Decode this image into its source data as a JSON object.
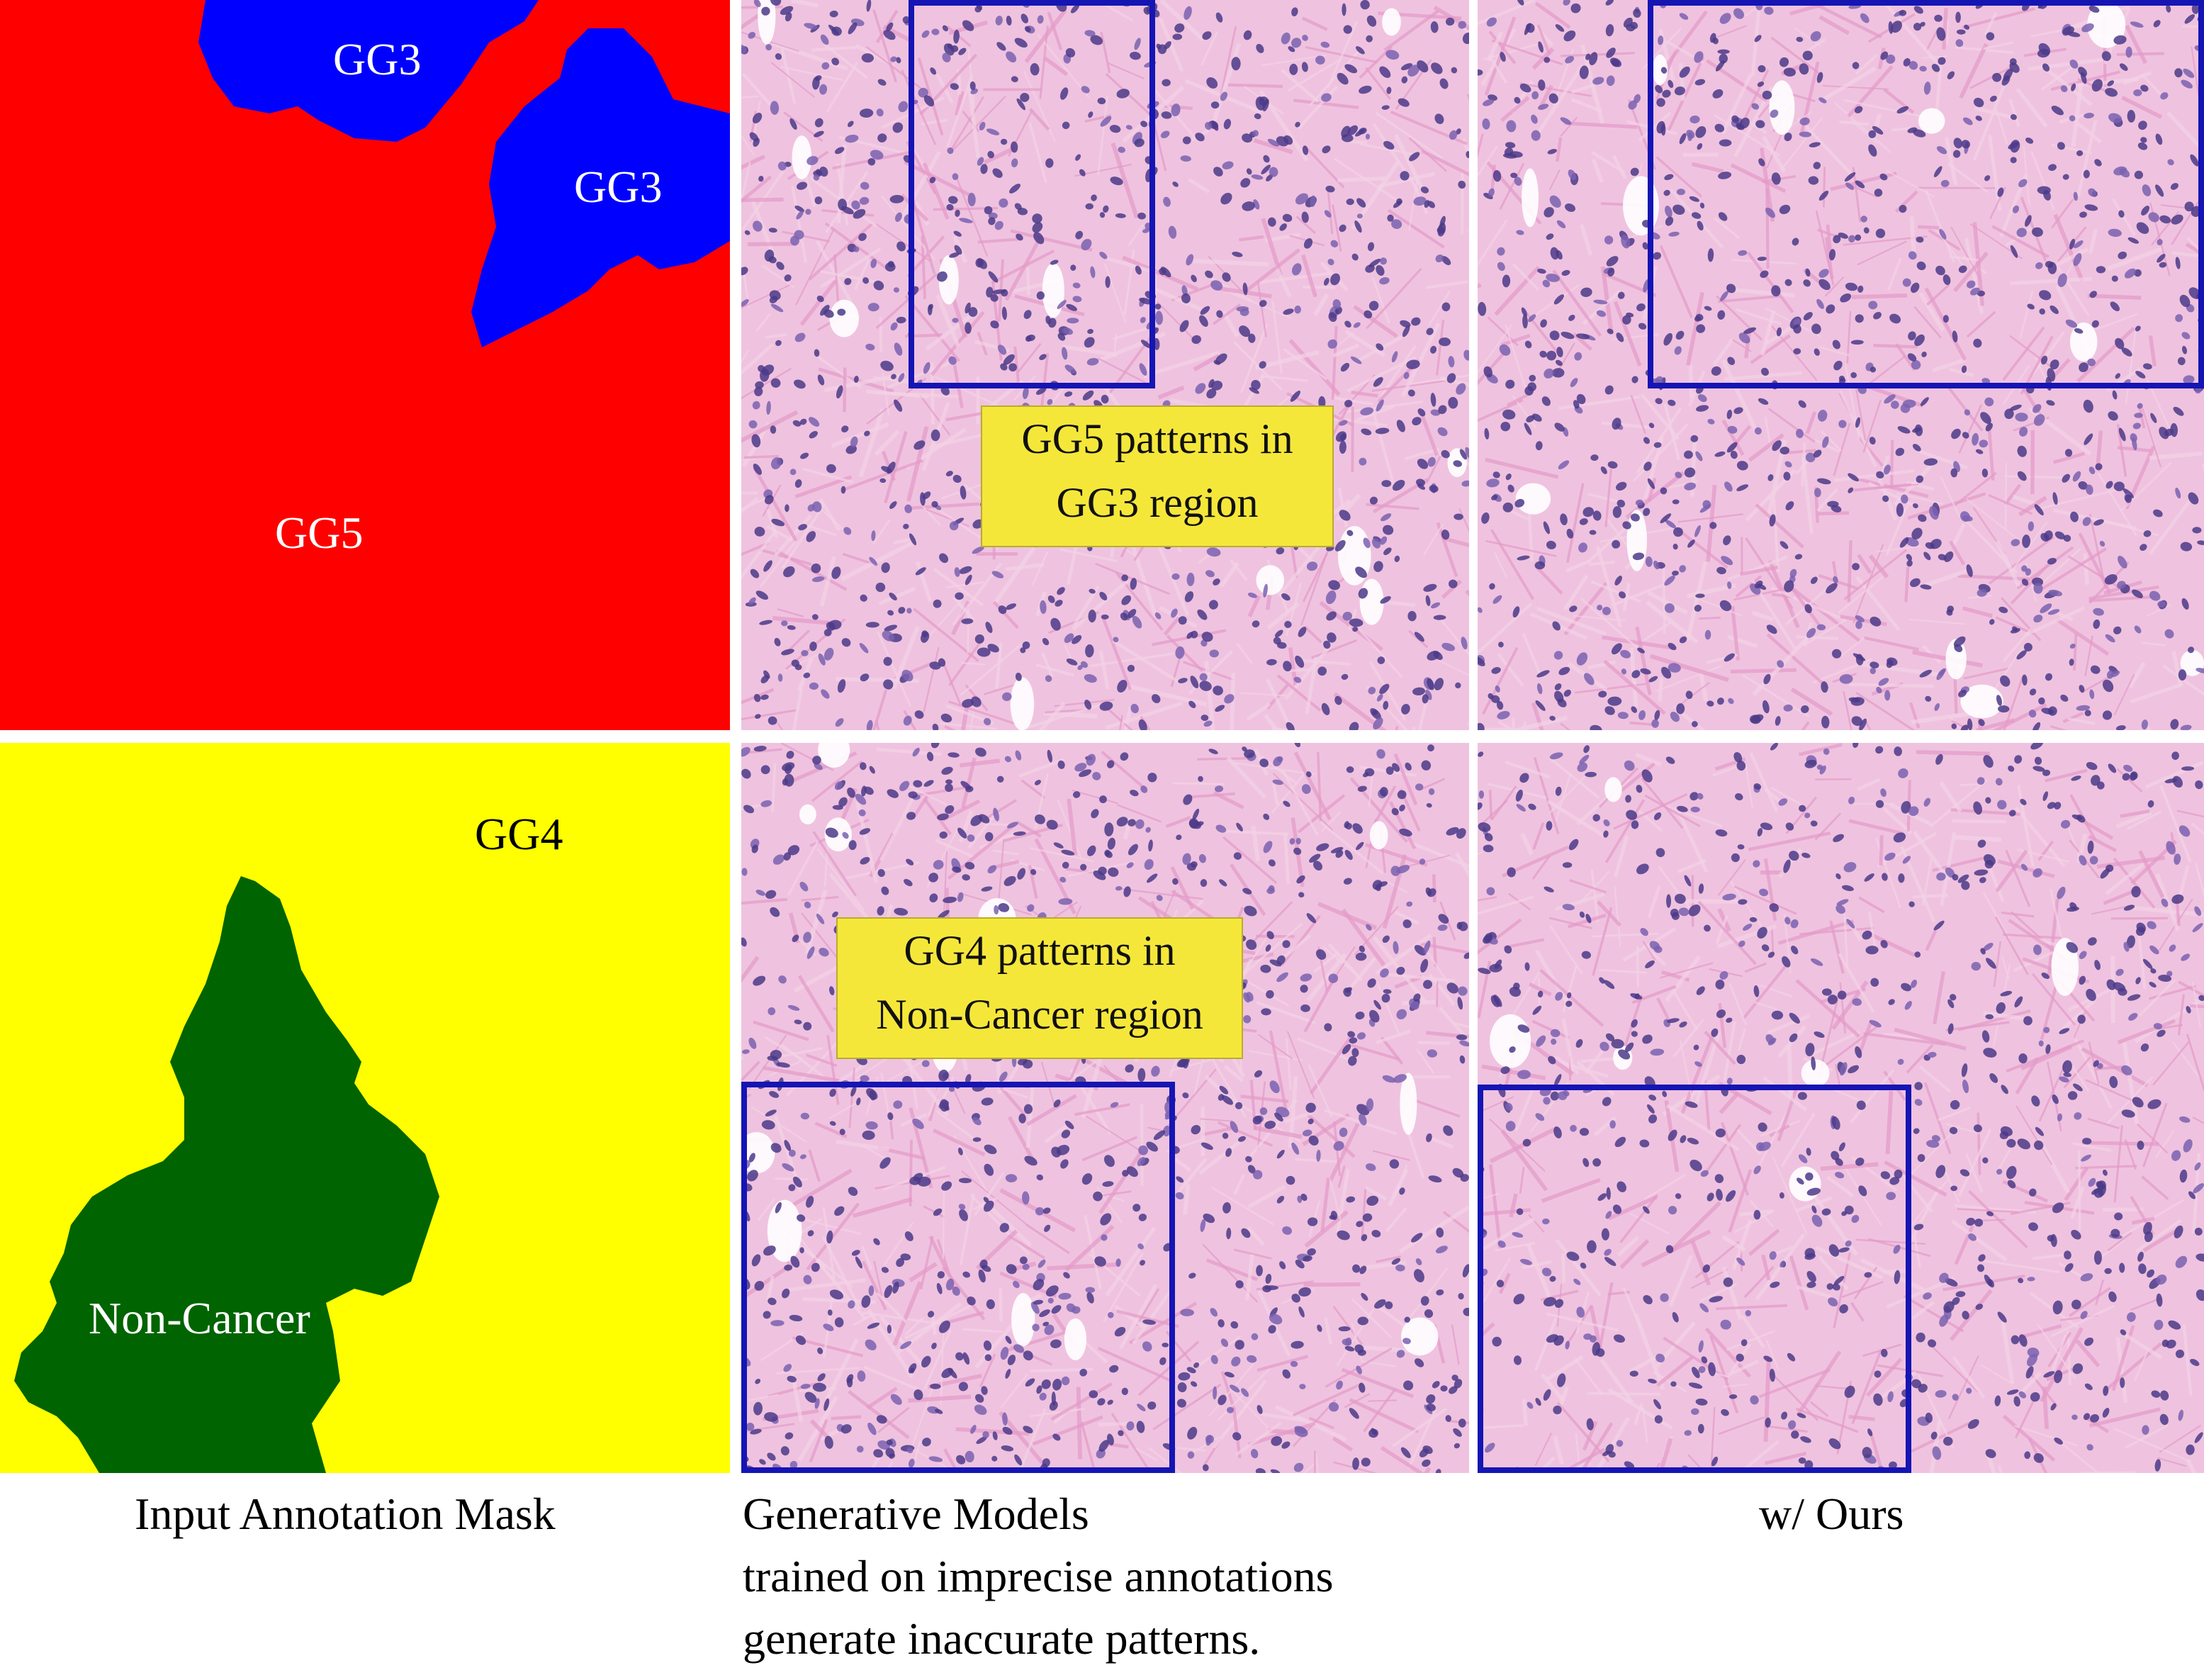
{
  "panels": {
    "mask_top": {
      "region_gg5": "GG5",
      "region_gg3_a": "GG3",
      "region_gg3_b": "GG3",
      "colors": {
        "gg5": "#ff0000",
        "gg3": "#0000ff"
      }
    },
    "mask_bottom": {
      "region_gg4": "GG4",
      "region_noncancer": "Non-Cancer",
      "colors": {
        "gg4": "#ffff00",
        "noncancer": "#006400"
      }
    },
    "tissue_top_baseline": {
      "callout_line1": "GG5 patterns in",
      "callout_line2": "GG3 region"
    },
    "tissue_bottom_baseline": {
      "callout_line1": "GG4 patterns in",
      "callout_line2": "Non-Cancer region"
    }
  },
  "captions": {
    "col1": "Input Annotation Mask",
    "col2_line1": "Generative Models",
    "col2_line2": "trained on imprecise annotations",
    "col2_line3": "generate inaccurate patterns.",
    "col3": "w/ Ours"
  },
  "colors": {
    "highlight_box": "#1515b4",
    "callout_bg": "#f5e73a",
    "tissue_bg": "#efc3df",
    "nuclei": "#4b3a88"
  }
}
